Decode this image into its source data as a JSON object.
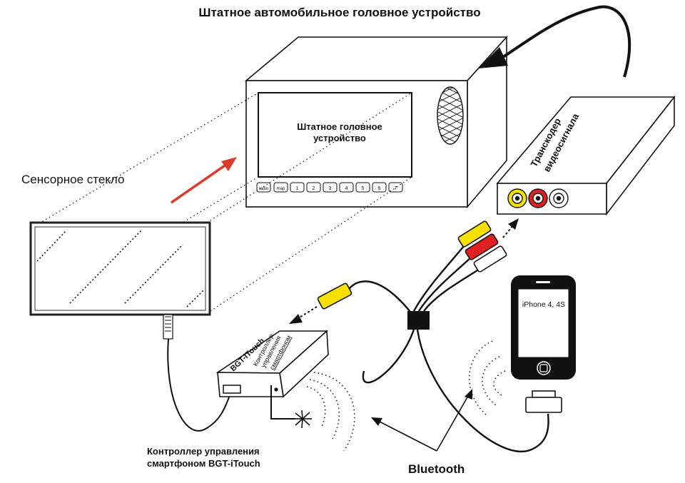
{
  "title": "Штатное автомобильное головное устройство",
  "head_unit": {
    "screen_label_line1": "Штатное головное",
    "screen_label_line2": "устройство",
    "buttons": [
      "radio",
      "map",
      "1",
      "2",
      "3",
      "4",
      "5",
      "6",
      "7"
    ]
  },
  "touch_glass_label": "Сенсорное стекло",
  "transcoder": {
    "label_line1": "Транскодер",
    "label_line2": "видеосигнала"
  },
  "controller_box": {
    "name": "BGT-iTouch",
    "label_line1": "Контроллер",
    "label_line2": "управления",
    "label_line3": "смартфоном"
  },
  "controller_caption_line1": "Контроллер управления",
  "controller_caption_line2": "смартфоном BGT-iTouch",
  "phone_label": "iPhone 4, 4S",
  "bluetooth_label": "Bluetooth",
  "colors": {
    "rca_yellow": "#f5e000",
    "rca_red": "#e02020",
    "rca_white": "#ffffff",
    "arrow_red": "#d93a2b",
    "line": "#111111"
  }
}
